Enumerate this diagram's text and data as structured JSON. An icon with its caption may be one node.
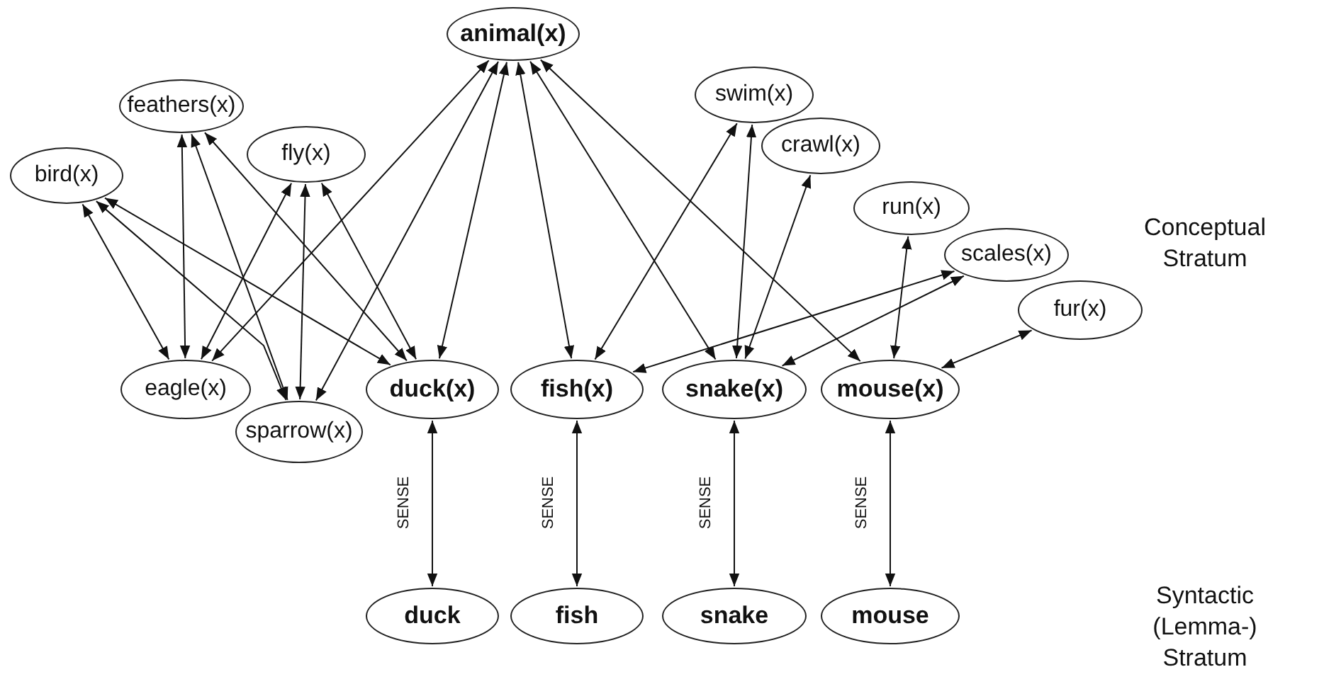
{
  "diagram": {
    "nodes": [
      {
        "text": [
          "animal(x)"
        ]
      },
      {
        "text": [
          "feathers(x)"
        ]
      },
      {
        "text": [
          "swim(x)"
        ]
      },
      {
        "text": [
          "bird(x)"
        ]
      },
      {
        "text": [
          "fly(x)"
        ]
      },
      {
        "text": [
          "crawl(x)"
        ]
      },
      {
        "text": [
          "run(x)"
        ]
      },
      {
        "text": [
          "scales(x)"
        ]
      },
      {
        "text": [
          "fur(x)"
        ]
      },
      {
        "text": [
          "eagle(x)"
        ]
      },
      {
        "text": [
          "duck(x)"
        ]
      },
      {
        "text": [
          "fish(x)"
        ]
      },
      {
        "text": [
          "snake(x)"
        ]
      },
      {
        "text": [
          "mouse(x)"
        ]
      },
      {
        "text": [
          "sparrow(x)"
        ]
      },
      {
        "text": [
          "duck"
        ]
      },
      {
        "text": [
          "fish"
        ]
      },
      {
        "text": [
          "snake"
        ]
      },
      {
        "text": [
          "mouse"
        ]
      }
    ],
    "edges": [
      {
        "from": 3,
        "to": 9,
        "arrow": "both"
      },
      {
        "from": 3,
        "to": 14,
        "arrow": "both"
      },
      {
        "from": 3,
        "to": 10,
        "arrow": "both"
      },
      {
        "from": 1,
        "to": 9,
        "arrow": "both"
      },
      {
        "from": 1,
        "to": 14,
        "arrow": "both"
      },
      {
        "from": 1,
        "to": 10,
        "arrow": "both"
      },
      {
        "from": 4,
        "to": 9,
        "arrow": "both"
      },
      {
        "from": 4,
        "to": 14,
        "arrow": "both"
      },
      {
        "from": 4,
        "to": 10,
        "arrow": "both"
      },
      {
        "from": 0,
        "to": 9,
        "arrow": "both"
      },
      {
        "from": 0,
        "to": 14,
        "arrow": "both"
      },
      {
        "from": 0,
        "to": 10,
        "arrow": "both"
      },
      {
        "from": 0,
        "to": 11,
        "arrow": "both"
      },
      {
        "from": 0,
        "to": 12,
        "arrow": "both"
      },
      {
        "from": 0,
        "to": 13,
        "arrow": "both"
      },
      {
        "from": 2,
        "to": 11,
        "arrow": "both"
      },
      {
        "from": 2,
        "to": 12,
        "arrow": "both"
      },
      {
        "from": 5,
        "to": 12,
        "arrow": "both"
      },
      {
        "from": 7,
        "to": 11,
        "arrow": "both"
      },
      {
        "from": 7,
        "to": 12,
        "arrow": "both"
      },
      {
        "from": 6,
        "to": 13,
        "arrow": "both"
      },
      {
        "from": 8,
        "to": 13,
        "arrow": "both"
      },
      {
        "from": 10,
        "to": 15,
        "arrow": "both",
        "label": "SENSE"
      },
      {
        "from": 11,
        "to": 16,
        "arrow": "both",
        "label": "SENSE"
      },
      {
        "from": 12,
        "to": 17,
        "arrow": "both",
        "label": "SENSE"
      },
      {
        "from": 13,
        "to": 18,
        "arrow": "both",
        "label": "SENSE"
      }
    ],
    "labels": [
      "Conceptual Stratum",
      "Syntactic (Lemma-) Stratum"
    ]
  }
}
